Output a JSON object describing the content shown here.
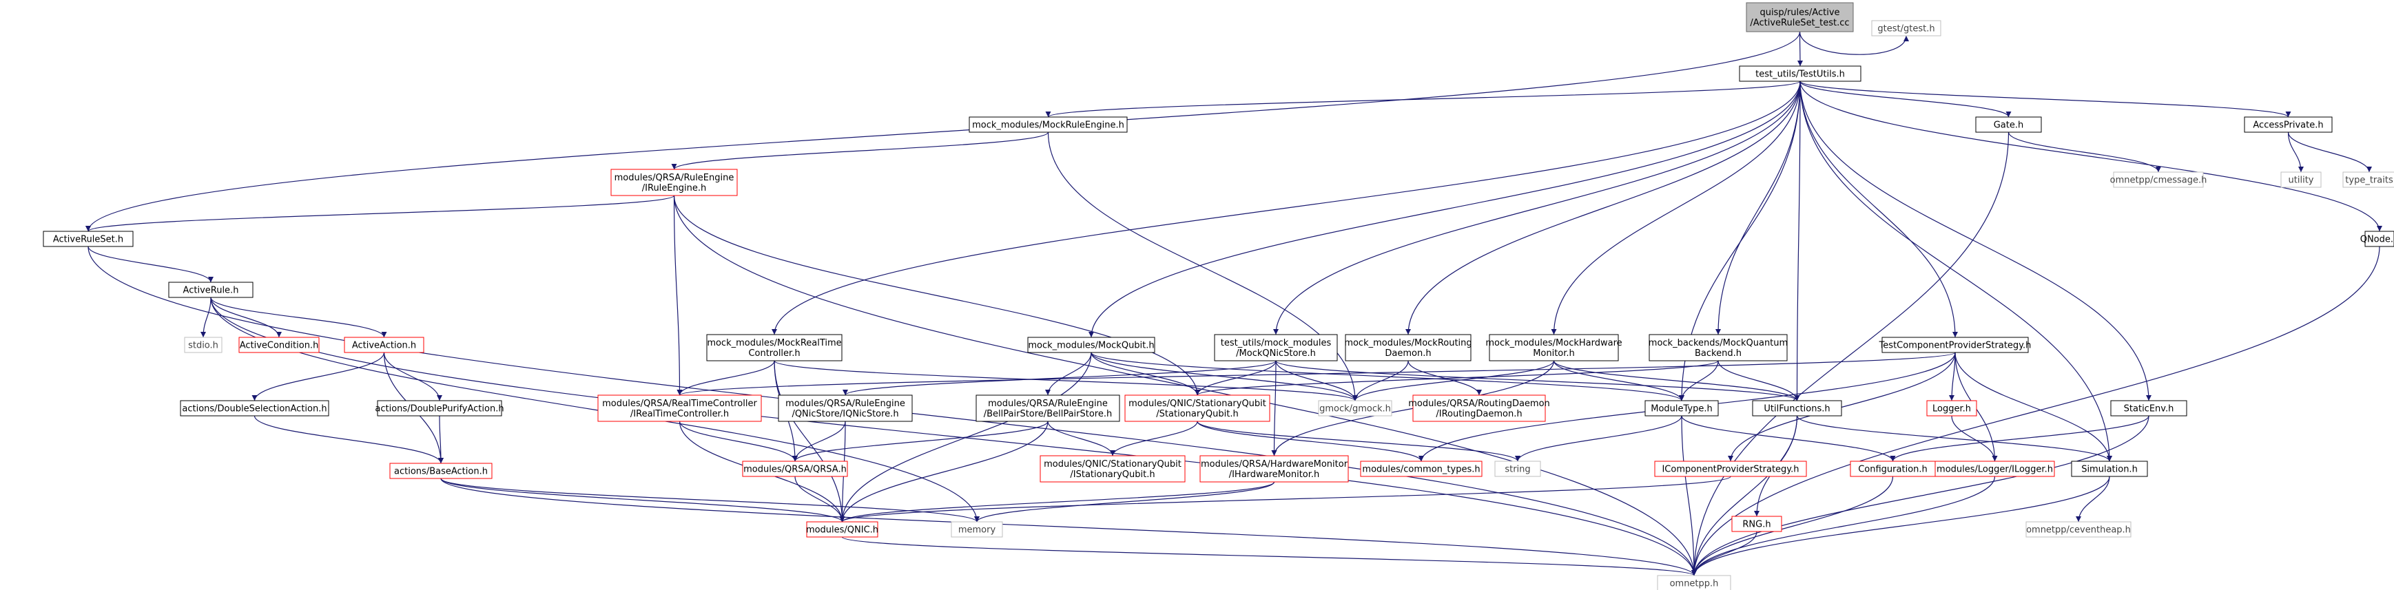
{
  "diagram": {
    "nodes": [
      {
        "id": "root",
        "lines": [
          "quisp/rules/Active",
          "/ActiveRuleSet_test.cc"
        ],
        "style": "root"
      },
      {
        "id": "gtest",
        "lines": [
          "gtest/gtest.h"
        ],
        "style": "external"
      },
      {
        "id": "testutils",
        "lines": [
          "test_utils/TestUtils.h"
        ],
        "style": "normal"
      },
      {
        "id": "mockruleengine",
        "lines": [
          "mock_modules/MockRuleEngine.h"
        ],
        "style": "normal"
      },
      {
        "id": "gate",
        "lines": [
          "Gate.h"
        ],
        "style": "normal"
      },
      {
        "id": "accessprivate",
        "lines": [
          "AccessPrivate.h"
        ],
        "style": "normal"
      },
      {
        "id": "iruleengine",
        "lines": [
          "modules/QRSA/RuleEngine",
          "/IRuleEngine.h"
        ],
        "style": "red"
      },
      {
        "id": "cmessage",
        "lines": [
          "omnetpp/cmessage.h"
        ],
        "style": "external"
      },
      {
        "id": "utility",
        "lines": [
          "utility"
        ],
        "style": "external"
      },
      {
        "id": "typetraits",
        "lines": [
          "type_traits"
        ],
        "style": "external"
      },
      {
        "id": "qnode",
        "lines": [
          "QNode.h"
        ],
        "style": "normal"
      },
      {
        "id": "activeruleset",
        "lines": [
          "ActiveRuleSet.h"
        ],
        "style": "normal"
      },
      {
        "id": "activerule",
        "lines": [
          "ActiveRule.h"
        ],
        "style": "normal"
      },
      {
        "id": "stdio",
        "lines": [
          "stdio.h"
        ],
        "style": "external"
      },
      {
        "id": "activecondition",
        "lines": [
          "ActiveCondition.h"
        ],
        "style": "red"
      },
      {
        "id": "activeaction",
        "lines": [
          "ActiveAction.h"
        ],
        "style": "red"
      },
      {
        "id": "doubleselection",
        "lines": [
          "actions/DoubleSelectionAction.h"
        ],
        "style": "normal"
      },
      {
        "id": "doublepurify",
        "lines": [
          "actions/DoublePurifyAction.h"
        ],
        "style": "normal"
      },
      {
        "id": "baseaction",
        "lines": [
          "actions/BaseAction.h"
        ],
        "style": "red"
      },
      {
        "id": "mockrealtime",
        "lines": [
          "mock_modules/MockRealTime",
          "Controller.h"
        ],
        "style": "normal"
      },
      {
        "id": "mockqubit",
        "lines": [
          "mock_modules/MockQubit.h"
        ],
        "style": "normal"
      },
      {
        "id": "mockqnicstore",
        "lines": [
          "test_utils/mock_modules",
          "/MockQNicStore.h"
        ],
        "style": "normal"
      },
      {
        "id": "mockrouting",
        "lines": [
          "mock_modules/MockRouting",
          "Daemon.h"
        ],
        "style": "normal"
      },
      {
        "id": "mockhwmonitor",
        "lines": [
          "mock_modules/MockHardware",
          "Monitor.h"
        ],
        "style": "normal"
      },
      {
        "id": "mockquantumbackend",
        "lines": [
          "mock_backends/MockQuantum",
          "Backend.h"
        ],
        "style": "normal"
      },
      {
        "id": "testcomponent",
        "lines": [
          "TestComponentProviderStrategy.h"
        ],
        "style": "normal"
      },
      {
        "id": "irealtime",
        "lines": [
          "modules/QRSA/RealTimeController",
          "/IRealTimeController.h"
        ],
        "style": "red"
      },
      {
        "id": "iqnicstore",
        "lines": [
          "modules/QRSA/RuleEngine",
          "/QNicStore/IQNicStore.h"
        ],
        "style": "normal"
      },
      {
        "id": "bellpairstore",
        "lines": [
          "modules/QRSA/RuleEngine",
          "/BellPairStore/BellPairStore.h"
        ],
        "style": "normal"
      },
      {
        "id": "stationaryqubit",
        "lines": [
          "modules/QNIC/StationaryQubit",
          "/StationaryQubit.h"
        ],
        "style": "red"
      },
      {
        "id": "gmock",
        "lines": [
          "gmock/gmock.h"
        ],
        "style": "external"
      },
      {
        "id": "iroutingdaemon",
        "lines": [
          "modules/QRSA/RoutingDaemon",
          "/IRoutingDaemon.h"
        ],
        "style": "red"
      },
      {
        "id": "moduletype",
        "lines": [
          "ModuleType.h"
        ],
        "style": "normal"
      },
      {
        "id": "utilfunctions",
        "lines": [
          "UtilFunctions.h"
        ],
        "style": "normal"
      },
      {
        "id": "logger",
        "lines": [
          "Logger.h"
        ],
        "style": "red"
      },
      {
        "id": "staticenv",
        "lines": [
          "StaticEnv.h"
        ],
        "style": "normal"
      },
      {
        "id": "qrsa",
        "lines": [
          "modules/QRSA/QRSA.h"
        ],
        "style": "red"
      },
      {
        "id": "istationaryqubit",
        "lines": [
          "modules/QNIC/StationaryQubit",
          "/IStationaryQubit.h"
        ],
        "style": "red"
      },
      {
        "id": "ihardwaremonitor",
        "lines": [
          "modules/QRSA/HardwareMonitor",
          "/IHardwareMonitor.h"
        ],
        "style": "red"
      },
      {
        "id": "commontypes",
        "lines": [
          "modules/common_types.h"
        ],
        "style": "red"
      },
      {
        "id": "string",
        "lines": [
          "string"
        ],
        "style": "external"
      },
      {
        "id": "icomponentprovider",
        "lines": [
          "IComponentProviderStrategy.h"
        ],
        "style": "red"
      },
      {
        "id": "configuration",
        "lines": [
          "Configuration.h"
        ],
        "style": "red"
      },
      {
        "id": "ilogger",
        "lines": [
          "modules/Logger/ILogger.h"
        ],
        "style": "red"
      },
      {
        "id": "simulation",
        "lines": [
          "Simulation.h"
        ],
        "style": "normal"
      },
      {
        "id": "qnic",
        "lines": [
          "modules/QNIC.h"
        ],
        "style": "red"
      },
      {
        "id": "memory",
        "lines": [
          "memory"
        ],
        "style": "external"
      },
      {
        "id": "rng",
        "lines": [
          "RNG.h"
        ],
        "style": "red"
      },
      {
        "id": "ceventheap",
        "lines": [
          "omnetpp/ceventheap.h"
        ],
        "style": "external"
      },
      {
        "id": "omnetpp",
        "lines": [
          "omnetpp.h"
        ],
        "style": "external"
      }
    ],
    "edges": [
      [
        "root",
        "testutils"
      ],
      [
        "root",
        "gtest"
      ],
      [
        "root",
        "activeruleset"
      ],
      [
        "testutils",
        "mockruleengine"
      ],
      [
        "testutils",
        "gate"
      ],
      [
        "testutils",
        "accessprivate"
      ],
      [
        "testutils",
        "qnode"
      ],
      [
        "testutils",
        "mockrealtime"
      ],
      [
        "testutils",
        "mockqubit"
      ],
      [
        "testutils",
        "mockqnicstore"
      ],
      [
        "testutils",
        "mockrouting"
      ],
      [
        "testutils",
        "mockhwmonitor"
      ],
      [
        "testutils",
        "mockquantumbackend"
      ],
      [
        "testutils",
        "testcomponent"
      ],
      [
        "testutils",
        "staticenv"
      ],
      [
        "testutils",
        "moduletype"
      ],
      [
        "testutils",
        "utilfunctions"
      ],
      [
        "testutils",
        "simulation"
      ],
      [
        "mockruleengine",
        "iruleengine"
      ],
      [
        "mockruleengine",
        "gmock"
      ],
      [
        "gate",
        "cmessage"
      ],
      [
        "gate",
        "omnetpp"
      ],
      [
        "accessprivate",
        "utility"
      ],
      [
        "accessprivate",
        "typetraits"
      ],
      [
        "qnode",
        "omnetpp"
      ],
      [
        "iruleengine",
        "activeruleset"
      ],
      [
        "iruleengine",
        "irealtime"
      ],
      [
        "iruleengine",
        "stationaryqubit"
      ],
      [
        "iruleengine",
        "omnetpp"
      ],
      [
        "activeruleset",
        "activerule"
      ],
      [
        "activeruleset",
        "omnetpp"
      ],
      [
        "activerule",
        "stdio"
      ],
      [
        "activerule",
        "activecondition"
      ],
      [
        "activerule",
        "activeaction"
      ],
      [
        "activerule",
        "memory"
      ],
      [
        "activerule",
        "omnetpp"
      ],
      [
        "activeaction",
        "doubleselection"
      ],
      [
        "activeaction",
        "doublepurify"
      ],
      [
        "activeaction",
        "baseaction"
      ],
      [
        "doubleselection",
        "baseaction"
      ],
      [
        "doublepurify",
        "baseaction"
      ],
      [
        "baseaction",
        "qnic"
      ],
      [
        "baseaction",
        "memory"
      ],
      [
        "baseaction",
        "omnetpp"
      ],
      [
        "mockrealtime",
        "irealtime"
      ],
      [
        "mockrealtime",
        "qrsa"
      ],
      [
        "mockrealtime",
        "gmock"
      ],
      [
        "mockrealtime",
        "qnic"
      ],
      [
        "mockqubit",
        "bellpairstore"
      ],
      [
        "mockqubit",
        "stationaryqubit"
      ],
      [
        "mockqubit",
        "gmock"
      ],
      [
        "mockqubit",
        "moduletype"
      ],
      [
        "mockqubit",
        "qnic"
      ],
      [
        "mockqnicstore",
        "iqnicstore"
      ],
      [
        "mockqnicstore",
        "stationaryqubit"
      ],
      [
        "mockqnicstore",
        "gmock"
      ],
      [
        "mockqnicstore",
        "ihardwaremonitor"
      ],
      [
        "mockqnicstore",
        "utilfunctions"
      ],
      [
        "mockrouting",
        "iroutingdaemon"
      ],
      [
        "mockrouting",
        "gmock"
      ],
      [
        "mockhwmonitor",
        "ihardwaremonitor"
      ],
      [
        "mockhwmonitor",
        "gmock"
      ],
      [
        "mockhwmonitor",
        "moduletype"
      ],
      [
        "mockhwmonitor",
        "utilfunctions"
      ],
      [
        "mockquantumbackend",
        "moduletype"
      ],
      [
        "mockquantumbackend",
        "utilfunctions"
      ],
      [
        "mockquantumbackend",
        "stationaryqubit"
      ],
      [
        "testcomponent",
        "icomponentprovider"
      ],
      [
        "testcomponent",
        "logger"
      ],
      [
        "testcomponent",
        "ilogger"
      ],
      [
        "testcomponent",
        "simulation"
      ],
      [
        "testcomponent",
        "irealtime"
      ],
      [
        "testcomponent",
        "commontypes"
      ],
      [
        "irealtime",
        "qrsa"
      ],
      [
        "irealtime",
        "qnic"
      ],
      [
        "iqnicstore",
        "qrsa"
      ],
      [
        "iqnicstore",
        "qnic"
      ],
      [
        "bellpairstore",
        "qrsa"
      ],
      [
        "bellpairstore",
        "istationaryqubit"
      ],
      [
        "bellpairstore",
        "qnic"
      ],
      [
        "stationaryqubit",
        "istationaryqubit"
      ],
      [
        "stationaryqubit",
        "commontypes"
      ],
      [
        "stationaryqubit",
        "string"
      ],
      [
        "qrsa",
        "qnic"
      ],
      [
        "ihardwaremonitor",
        "qnic"
      ],
      [
        "ihardwaremonitor",
        "memory"
      ],
      [
        "moduletype",
        "string"
      ],
      [
        "moduletype",
        "omnetpp"
      ],
      [
        "moduletype",
        "configuration"
      ],
      [
        "utilfunctions",
        "omnetpp"
      ],
      [
        "utilfunctions",
        "rng"
      ],
      [
        "utilfunctions",
        "simulation"
      ],
      [
        "logger",
        "ilogger"
      ],
      [
        "staticenv",
        "configuration"
      ],
      [
        "staticenv",
        "omnetpp"
      ],
      [
        "icomponentprovider",
        "qnic"
      ],
      [
        "configuration",
        "omnetpp"
      ],
      [
        "ilogger",
        "omnetpp"
      ],
      [
        "simulation",
        "ceventheap"
      ],
      [
        "simulation",
        "omnetpp"
      ],
      [
        "qnic",
        "omnetpp"
      ],
      [
        "rng",
        "omnetpp"
      ]
    ]
  }
}
